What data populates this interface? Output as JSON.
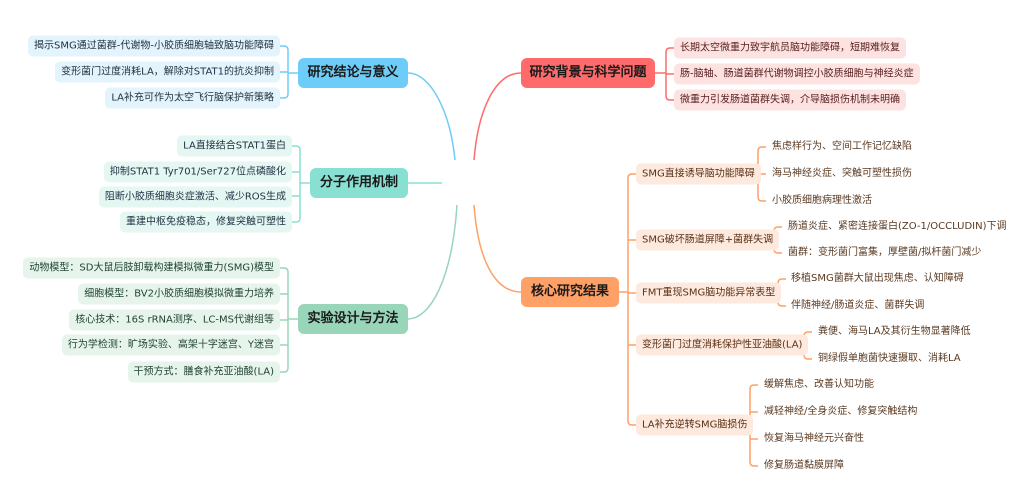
{
  "colors": {
    "conclusion": "#6ecdf8",
    "mechanism": "#88e0d3",
    "methods": "#98d5b9",
    "background": "#ff6b6b",
    "results": "#ffa066"
  },
  "conclusion": {
    "title": "研究结论与意义",
    "items": [
      "揭示SMG通过菌群-代谢物-小胶质细胞轴致脑功能障碍",
      "变形菌门过度消耗LA，解除对STAT1的抗炎抑制",
      "LA补充可作为太空飞行脑保护新策略"
    ]
  },
  "mechanism": {
    "title": "分子作用机制",
    "items": [
      "LA直接结合STAT1蛋白",
      "抑制STAT1 Tyr701/Ser727位点磷酸化",
      "阻断小胶质细胞炎症激活、减少ROS生成",
      "重建中枢免疫稳态，修复突触可塑性"
    ]
  },
  "methods": {
    "title": "实验设计与方法",
    "items": [
      "动物模型：SD大鼠后肢卸载构建模拟微重力(SMG)模型",
      "细胞模型：BV2小胶质细胞模拟微重力培养",
      "核心技术：16S rRNA测序、LC-MS代谢组等",
      "行为学检测：旷场实验、高架十字迷宫、Y迷宫",
      "干预方式：膳食补充亚油酸(LA)"
    ]
  },
  "background": {
    "title": "研究背景与科学问题",
    "items": [
      "长期太空微重力致宇航员脑功能障碍，短期难恢复",
      "肠-脑轴、肠道菌群代谢物调控小胶质细胞与神经炎症",
      "微重力引发肠道菌群失调，介导脑损伤机制未明确"
    ]
  },
  "results": {
    "title": "核心研究结果",
    "items": [
      {
        "label": "SMG直接诱导脑功能障碍",
        "children": [
          "焦虑样行为、空间工作记忆缺陷",
          "海马神经炎症、突触可塑性损伤",
          "小胶质细胞病理性激活"
        ]
      },
      {
        "label": "SMG破坏肠道屏障+菌群失调",
        "children": [
          "肠道炎症、紧密连接蛋白(ZO-1/OCCLUDIN)下调",
          "菌群：变形菌门富集，厚壁菌/拟杆菌门减少"
        ]
      },
      {
        "label": "FMT重现SMG脑功能异常表型",
        "children": [
          "移植SMG菌群大鼠出现焦虑、认知障碍",
          "伴随神经/肠道炎症、菌群失调"
        ]
      },
      {
        "label": "变形菌门过度消耗保护性亚油酸(LA)",
        "children": [
          "粪便、海马LA及其衍生物显著降低",
          "铜绿假单胞菌快速摄取、消耗LA"
        ]
      },
      {
        "label": "LA补充逆转SMG脑损伤",
        "children": [
          "缓解焦虑、改善认知功能",
          "减轻神经/全身炎症、修复突触结构",
          "恢复海马神经元兴奋性",
          "修复肠道黏膜屏障"
        ]
      }
    ]
  }
}
